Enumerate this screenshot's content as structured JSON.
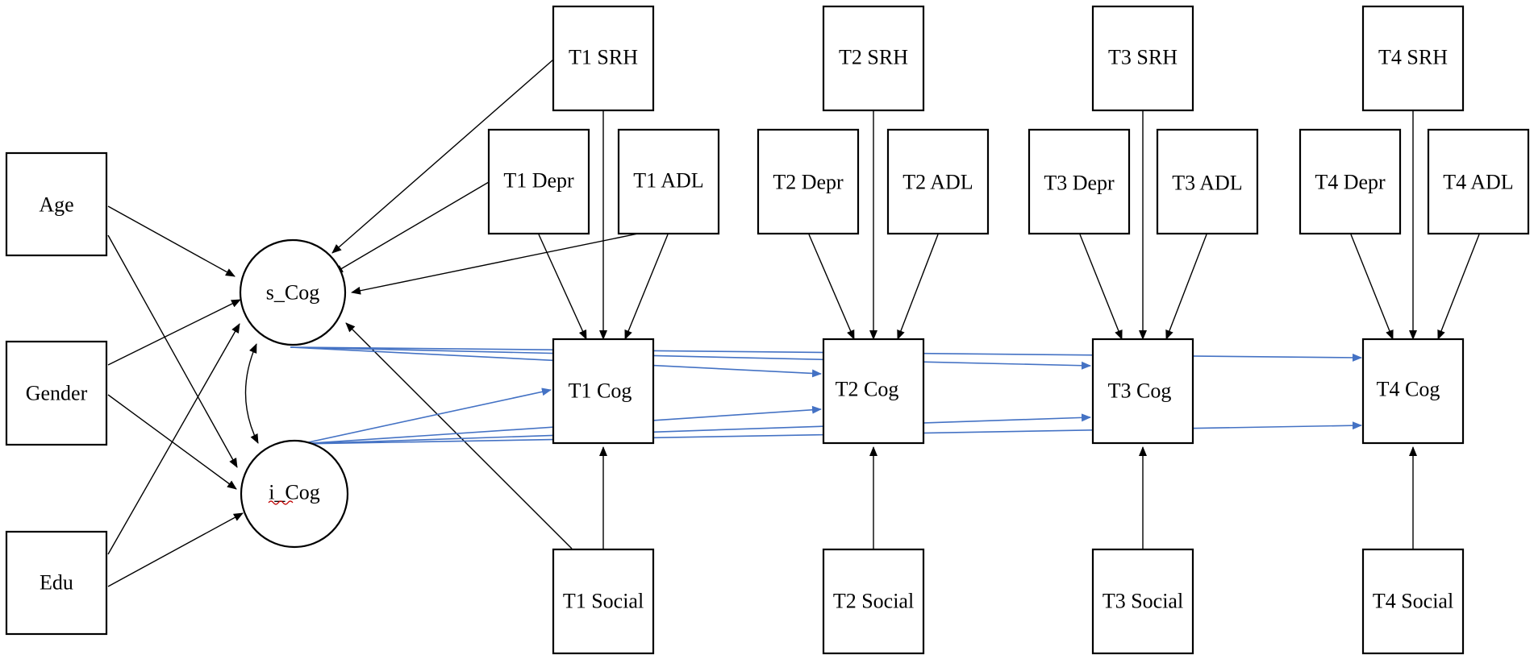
{
  "nodes": {
    "age": "Age",
    "gender": "Gender",
    "edu": "Edu",
    "s_cog": "s_Cog",
    "i_cog": "i_Cog",
    "t1_srh": "T1 SRH",
    "t2_srh": "T2 SRH",
    "t3_srh": "T3 SRH",
    "t4_srh": "T4 SRH",
    "t1_depr": "T1 Depr",
    "t1_adl": "T1 ADL",
    "t2_depr": "T2 Depr",
    "t2_adl": "T2 ADL",
    "t3_depr": "T3 Depr",
    "t3_adl": "T3 ADL",
    "t4_depr": "T4 Depr",
    "t4_adl": "T4 ADL",
    "t1_cog": "T1 Cog",
    "t2_cog": "T2 Cog",
    "t3_cog": "T3 Cog",
    "t4_cog": "T4 Cog",
    "t1_social": "T1 Social",
    "t2_social": "T2 Social",
    "t3_social": "T3 Social",
    "t4_social": "T4 Social"
  },
  "colors": {
    "line": "#000000",
    "growth_path": "#4472c4",
    "spellcheck_underline": "#c00000"
  }
}
